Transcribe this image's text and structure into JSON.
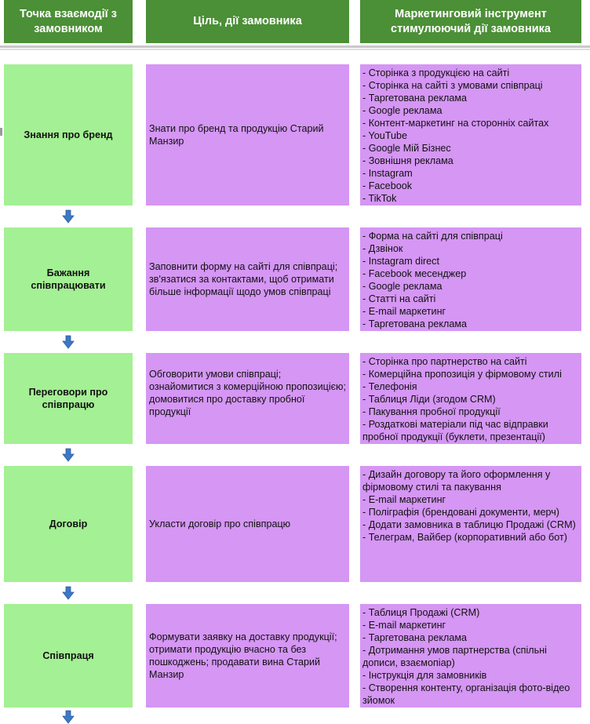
{
  "headers": {
    "stage": "Точка взаємодії з замовником",
    "goal": "Ціль, дії замовника",
    "tools": "Маркетинговий інструмент стимулюючий дії замовника"
  },
  "colors": {
    "header_bg": "#4b8f36",
    "stage_bg": "#a4f094",
    "goal_bg": "#d596f4",
    "arrow": "#3b78c7"
  },
  "arrow_icon": "down-arrow-icon",
  "rows": [
    {
      "stage": "Знання про бренд",
      "goal": "Знати про бренд та продукцію Старий Манзир",
      "tools": [
        "- Сторінка з продукцією на сайті",
        "- Сторінка на сайті з умовами співпраці",
        "- Таргетована реклама",
        "- Google реклама",
        "- Контент-маркетинг на сторонніх сайтах",
        "- YouTube",
        "- Google Мій Бізнес",
        "- Зовнішня реклама",
        "- Instagram",
        "- Facebook",
        "- TikTok"
      ]
    },
    {
      "stage": "Бажання співпрацювати",
      "goal": "Заповнити форму на сайті для співпраці; зв'язатися за контактами, щоб отримати більше інформації щодо умов співпраці",
      "tools": [
        "- Форма на сайті для співпраці",
        "- Дзвінок",
        "- Instagram direct",
        "- Facebook месенджер",
        "- Google реклама",
        "- Статті на сайті",
        "- E-mail маркетинг",
        "- Таргетована реклама"
      ]
    },
    {
      "stage": "Переговори про співпрацю",
      "goal": "Обговорити умови співпраці; ознайомитися з комерційною пропозицією; домовитися про доставку пробної продукції",
      "tools": [
        "- Сторінка про партнерство на сайті",
        "- Комерційна пропозиція у фірмовому стилі",
        "- Телефонія",
        "- Таблиця Ліди (згодом CRM)",
        "- Пакування пробної продукції",
        "- Роздаткові матеріали під час відправки пробної продукції (буклети, презентації)"
      ]
    },
    {
      "stage": "Договір",
      "goal": "Укласти договір про співпрацю",
      "tools": [
        "- Дизайн договору та його оформлення у фірмовому стилі та пакування",
        "- E-mail маркетинг",
        "- Поліграфія (брендовані документи, мерч)",
        "- Додати замовника в таблицю Продажі (CRM)",
        "- Телеграм, Вайбер (корпоративний або бот)"
      ]
    },
    {
      "stage": "Співпраця",
      "goal": "Формувати заявку на доставку продукції; отримати продукцію вчасно та без пошкоджень; продавати вина Старий Манзир",
      "tools": [
        "- Таблиця Продажі (CRM)",
        "- E-mail маркетинг",
        "- Таргетована реклама",
        "- Дотримання умов партнерства (спільні дописи, взаємопіар)",
        "- Інструкція для замовників",
        "- Створення контенту, організація фото-відео зйомок"
      ]
    }
  ]
}
